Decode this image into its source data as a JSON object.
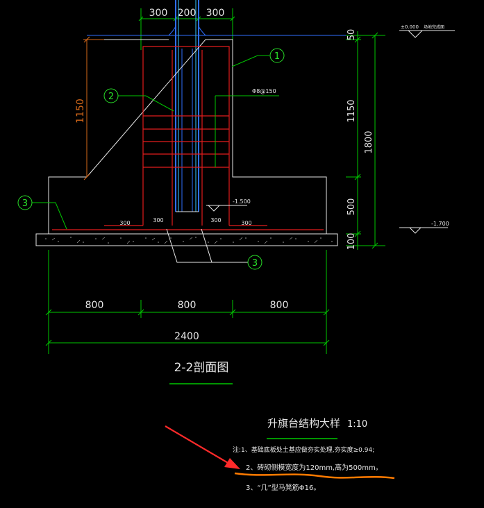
{
  "colors": {
    "background": "#000000",
    "dimension_green": "#00c800",
    "structure_white": "#e6e6e6",
    "rebar_red": "#e21c1c",
    "pipe_blue": "#2f6fff",
    "pipe_cyan": "#39c7ff",
    "callout_green": "#28e028",
    "orange_dim": "#d86a1a",
    "annotation_red": "#ff2a2a",
    "underline_orange": "#ff7a00",
    "concrete_gray": "#a8a8a8"
  },
  "drawing": {
    "top_dims": [
      "300",
      "200",
      "300"
    ],
    "left_dim": "1150",
    "right_dims": [
      "50",
      "1150",
      "500",
      "100"
    ],
    "right_total": "1800",
    "bottom_dims": [
      "800",
      "800",
      "800"
    ],
    "bottom_total": "2400",
    "level_top": "±0.000",
    "level_top_note": "场地完成面",
    "level_mid": "-1.500",
    "level_bottom": "-1.700",
    "rebar_note": "Φ8@150",
    "base_dims": [
      "300",
      "300",
      "300",
      "300"
    ],
    "callouts": [
      "1",
      "2",
      "3",
      "3"
    ]
  },
  "titles": {
    "section": "2-2剖面图",
    "detail": "升旗台结构大样",
    "scale": "1:10"
  },
  "notes": [
    "注:1、基础底板处土基应做夯实处理,夯实度≥0.94;",
    "2、砖砌侧模宽度为120mm,高为500mm。",
    "3、“几”型马凳筋Φ16。"
  ]
}
